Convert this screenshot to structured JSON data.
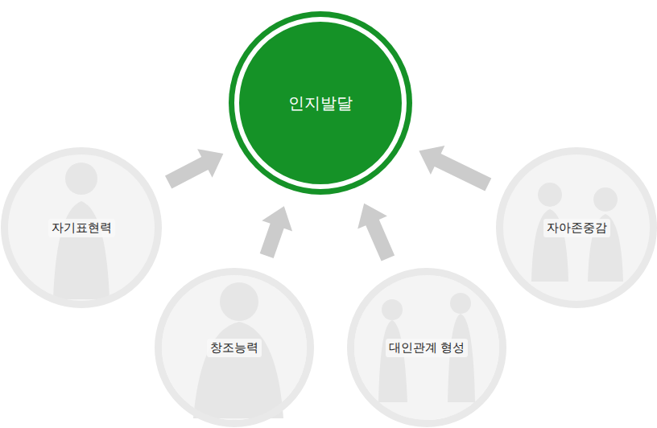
{
  "diagram": {
    "nodes": [
      {
        "text": [
          "인지발달"
        ]
      },
      {
        "text": [
          "자기표현력"
        ]
      },
      {
        "text": [
          "자아존중감"
        ]
      },
      {
        "text": [
          "창조능력"
        ]
      },
      {
        "text": [
          "대인관계 형성"
        ]
      }
    ],
    "edges": [
      {
        "from": 1,
        "to": 0,
        "arrow": "to"
      },
      {
        "from": 2,
        "to": 0,
        "arrow": "to"
      },
      {
        "from": 3,
        "to": 0,
        "arrow": "to"
      },
      {
        "from": 4,
        "to": 0,
        "arrow": "to"
      }
    ]
  }
}
